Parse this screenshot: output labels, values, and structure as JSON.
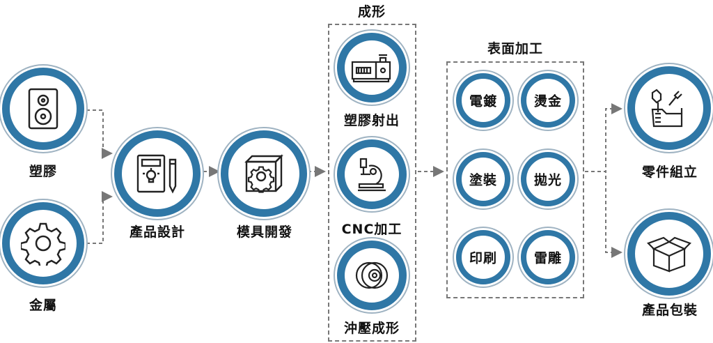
{
  "sources": {
    "plastic": {
      "label": "塑膠",
      "icon": "speaker-icon"
    },
    "metal": {
      "label": "金屬",
      "icon": "gear-icon"
    }
  },
  "design": {
    "label": "產品設計",
    "icon": "design-clipboard-icon"
  },
  "mold": {
    "label": "模具開發",
    "icon": "mold-box-icon"
  },
  "forming": {
    "title": "成形",
    "items": [
      {
        "label": "塑膠射出",
        "icon": "injection-machine-icon"
      },
      {
        "label": "CNC加工",
        "icon": "microscope-icon"
      },
      {
        "label": "沖壓成形",
        "icon": "disc-icon"
      }
    ]
  },
  "surface": {
    "title": "表面加工",
    "items": [
      "電鍍",
      "燙金",
      "塗裝",
      "拋光",
      "印刷",
      "雷雕"
    ]
  },
  "outputs": {
    "assembly": {
      "label": "零件組立",
      "icon": "tools-icon"
    },
    "packaging": {
      "label": "產品包裝",
      "icon": "box-icon"
    }
  },
  "colors": {
    "accent": "#2f77a6",
    "connector": "#777777"
  }
}
